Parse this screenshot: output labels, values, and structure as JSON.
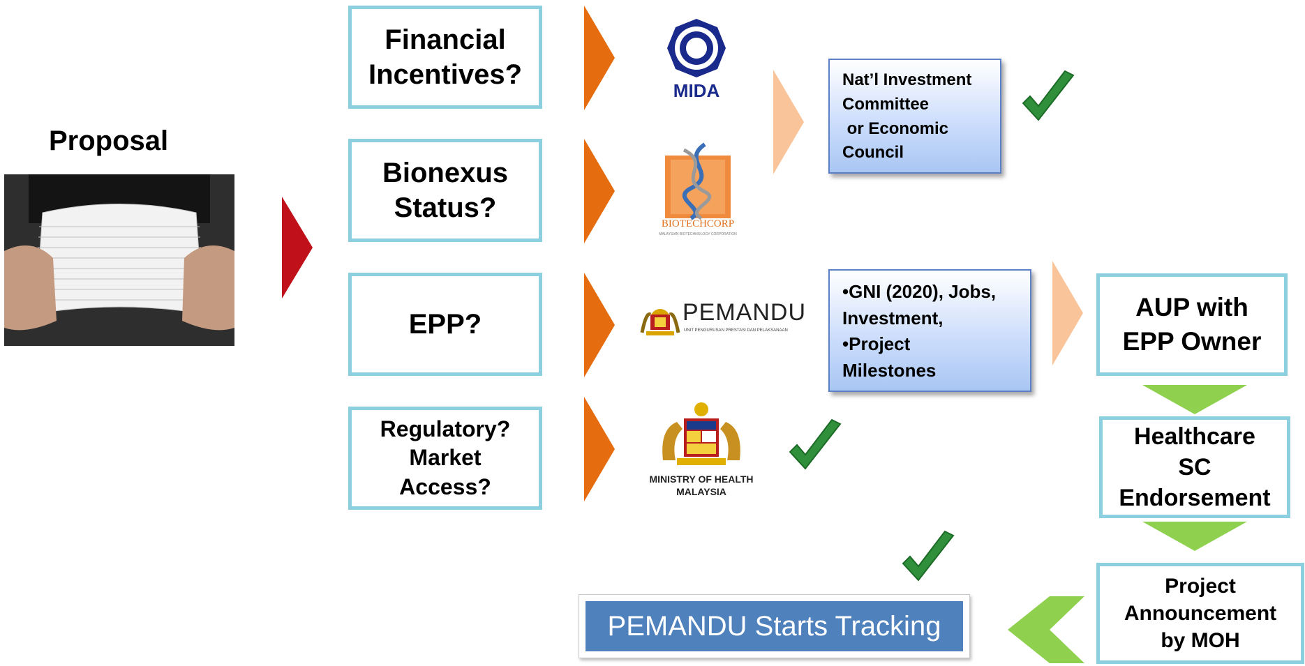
{
  "proposal": {
    "title": "Proposal"
  },
  "questions": [
    {
      "lines": [
        "Financial",
        "Incentives?"
      ]
    },
    {
      "lines": [
        "Bionexus",
        "Status?"
      ]
    },
    {
      "lines": [
        "EPP?"
      ]
    },
    {
      "lines": [
        "Regulatory?",
        "Market",
        "Access?"
      ]
    }
  ],
  "logos": {
    "mida": "MIDA",
    "biotechcorp": "BIOTECHCORP",
    "biotechcorp_sub": "MALAYSIAN BIOTECHNOLOGY CORPORATION",
    "pemandu": "PEMANDU",
    "pemandu_sub": "UNIT PENGURUSAN PRESTASI DAN PELAKSANAAN",
    "moh_line1": "MINISTRY OF HEALTH",
    "moh_line2": "MALAYSIA"
  },
  "council_box": {
    "lines": [
      "Nat’l Investment",
      "Committee",
      " or Economic",
      "Council"
    ]
  },
  "criteria_box": {
    "lines": [
      "•GNI (2020), Jobs,",
      "Investment,",
      "•Project",
      "Milestones"
    ]
  },
  "flow": {
    "aup": [
      "AUP with",
      "EPP Owner"
    ],
    "healthcare": [
      "Healthcare",
      "SC",
      "Endorsement"
    ],
    "announcement": [
      "Project",
      "Announcement",
      "by MOH"
    ],
    "tracking": "PEMANDU Starts Tracking"
  },
  "colors": {
    "box_border": "#8ccfe0",
    "red_arrow": "#c0101a",
    "orange_arrow": "#e56d10",
    "peach_arrow": "#f9c49a",
    "green_arrow": "#8fd14f",
    "check_green": "#2f8f3a",
    "tracking_bg": "#4f81bd"
  }
}
